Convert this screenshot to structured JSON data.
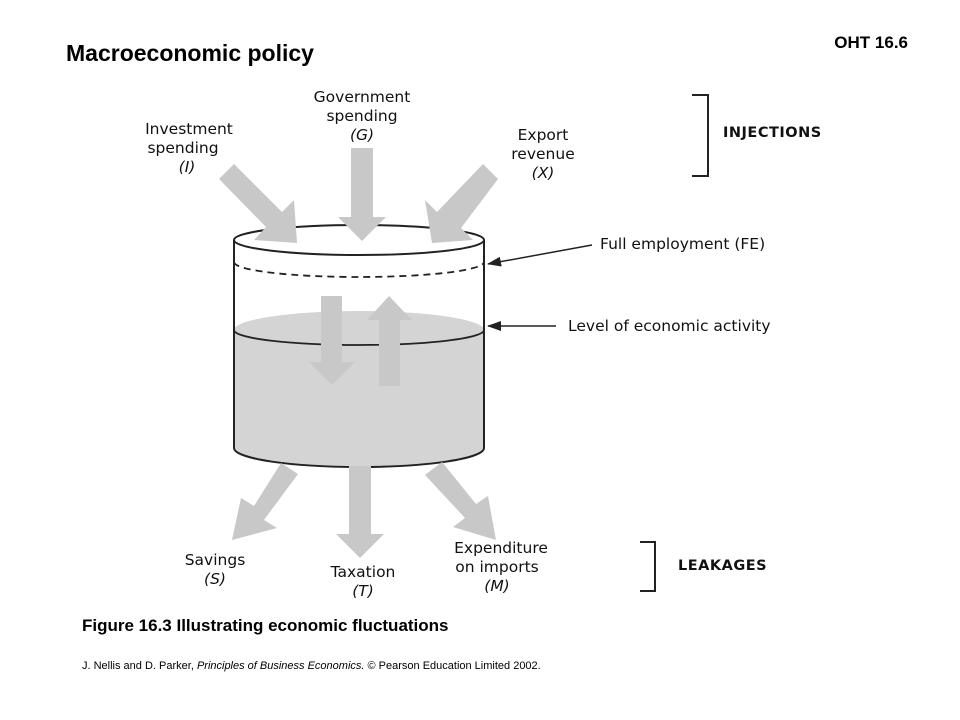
{
  "header": {
    "title": "Macroeconomic policy",
    "slide_ref": "OHT 16.6"
  },
  "diagram": {
    "injections": {
      "investment": [
        "Investment",
        "spending",
        "(I)"
      ],
      "government": [
        "Government",
        "spending",
        "(G)"
      ],
      "exports": [
        "Export",
        "revenue",
        "(X)"
      ],
      "bracket_label": "INJECTIONS"
    },
    "leakages": {
      "savings": [
        "Savings",
        "(S)"
      ],
      "taxation": [
        "Taxation",
        "(T)"
      ],
      "imports": [
        "Expenditure",
        "on imports",
        "(M)"
      ],
      "bracket_label": "LEAKAGES"
    },
    "pointers": {
      "full_employment": "Full employment (FE)",
      "economic_activity": "Level of economic activity"
    }
  },
  "footer": {
    "caption": "Figure 16.3  Illustrating economic fluctuations",
    "credit_prefix": "J. Nellis and D. Parker, ",
    "credit_title": "Principles of Business Economics.",
    "credit_suffix": "  © Pearson Education Limited 2002."
  },
  "colors": {
    "arrow_fill": "#c8c8c8",
    "liquid_fill": "#d4d4d4",
    "outline": "#222222"
  }
}
